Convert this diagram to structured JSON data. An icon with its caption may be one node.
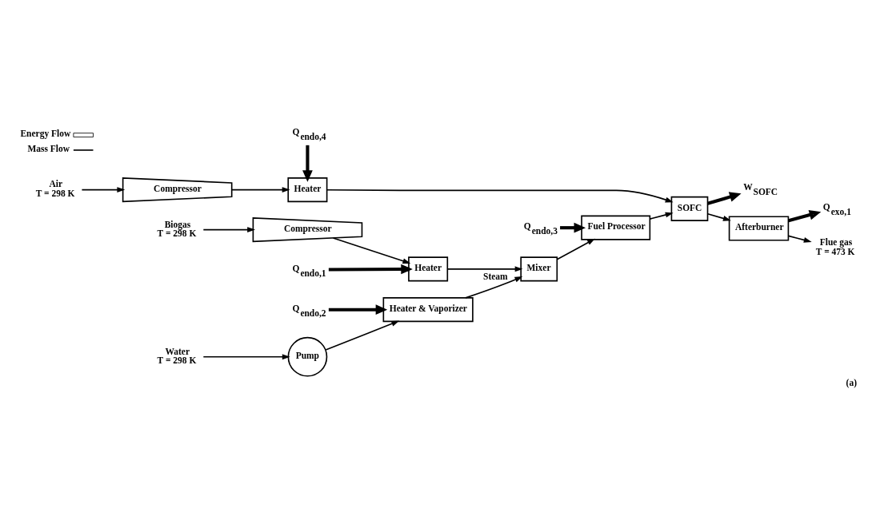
{
  "diagram": {
    "caption": "(a)",
    "nodes": [
      {
        "text": [
          "Air",
          "T = 298 K"
        ]
      },
      {
        "text": [
          "Compressor"
        ]
      },
      {
        "text": [
          "Heater"
        ]
      },
      {
        "text": [
          "Q$_{endo,4}$"
        ]
      },
      {
        "text": [
          "Q$_{endo,2}$"
        ]
      },
      {
        "text": [
          "Water",
          "T = 298 K"
        ]
      },
      {
        "text": [
          "Pump"
        ]
      },
      {
        "text": [
          "Heater & Vaporizer"
        ]
      },
      {
        "text": [
          "Biogas",
          "T = 298 K"
        ]
      },
      {
        "text": [
          "Compressor"
        ]
      },
      {
        "text": [
          "Heater"
        ]
      },
      {
        "text": [
          "Q$_{endo,1}$"
        ]
      },
      {
        "text": [
          "Mixer"
        ]
      },
      {
        "text": [
          "Q$_{endo,3}$"
        ]
      },
      {
        "text": [
          "Fuel Processor"
        ]
      },
      {
        "text": [
          "SOFC"
        ]
      },
      {
        "text": [
          "W$_{SOFC}$"
        ]
      },
      {
        "text": [
          "Afterburner"
        ]
      },
      {
        "text": [
          "Q$_{exo,1}$"
        ]
      },
      {
        "text": [
          "Flue gas",
          "T = 473 K"
        ]
      }
    ],
    "edges": [
      {
        "from": 0,
        "to": 1,
        "arrow": "to"
      },
      {
        "from": 1,
        "to": 2,
        "arrow": "to"
      },
      {
        "from": 2,
        "to": 15,
        "arrow": "to"
      },
      {
        "from": 3,
        "to": 2,
        "arrow": "to",
        "style": "thick"
      },
      {
        "from": 4,
        "to": 7,
        "arrow": "to",
        "style": "thick"
      },
      {
        "from": 5,
        "to": 6,
        "arrow": "to"
      },
      {
        "from": 6,
        "to": 7,
        "arrow": "to"
      },
      {
        "from": 7,
        "to": 12,
        "arrow": "to",
        "label": "Steam"
      },
      {
        "from": 8,
        "to": 9,
        "arrow": "to"
      },
      {
        "from": 9,
        "to": 10,
        "arrow": "to"
      },
      {
        "from": 11,
        "to": 10,
        "arrow": "to",
        "style": "thick"
      },
      {
        "from": 10,
        "to": 12,
        "arrow": "to"
      },
      {
        "from": 12,
        "to": 14,
        "arrow": "to"
      },
      {
        "from": 13,
        "to": 14,
        "arrow": "to",
        "style": "thick"
      },
      {
        "from": 14,
        "to": 15,
        "arrow": "to"
      },
      {
        "from": 15,
        "to": 16,
        "arrow": "to",
        "style": "thick"
      },
      {
        "from": 15,
        "to": 17,
        "arrow": "to"
      },
      {
        "from": 17,
        "to": 18,
        "arrow": "to",
        "style": "thick"
      },
      {
        "from": 17,
        "to": 19,
        "arrow": "to"
      }
    ],
    "legend": [
      {
        "text": "Energy Flow"
      },
      {
        "text": "Mass Flow"
      }
    ]
  }
}
